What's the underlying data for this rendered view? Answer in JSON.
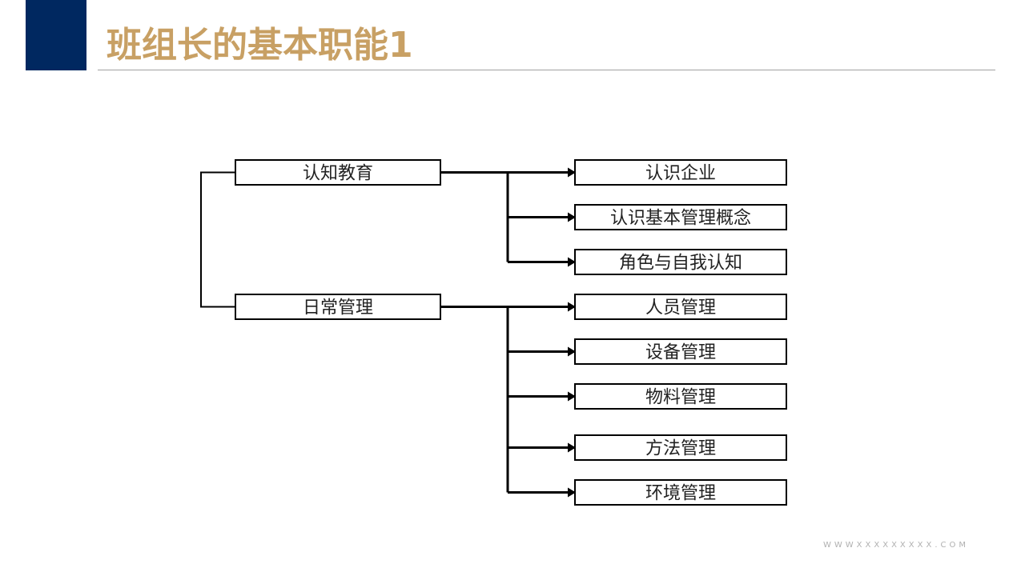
{
  "header": {
    "title": "班组长的基本职能1"
  },
  "diagram": {
    "groups": [
      {
        "label": "认知教育",
        "children": [
          "认识企业",
          "认识基本管理概念",
          "角色与自我认知"
        ]
      },
      {
        "label": "日常管理",
        "children": [
          "人员管理",
          "设备管理",
          "物料管理",
          "方法管理",
          "环境管理"
        ]
      }
    ]
  },
  "footer": {
    "url": "WWWXXXXXXXXX.COM"
  },
  "colors": {
    "accent": "#002860",
    "title": "#c8a064",
    "rule": "#a0a0a0"
  }
}
